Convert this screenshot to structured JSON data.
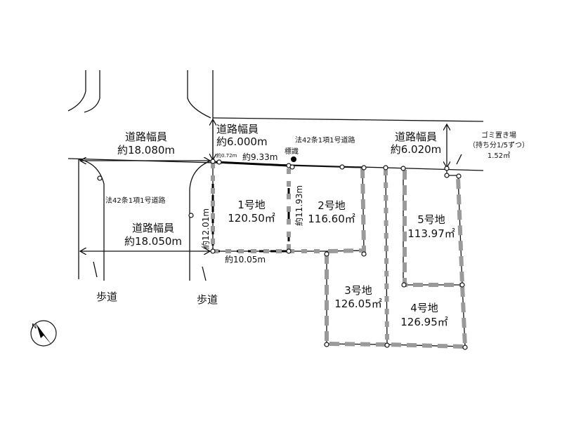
{
  "roads": {
    "left_top": {
      "label": "道路幅員",
      "width": "約18.080m"
    },
    "left_bottom": {
      "label": "道路幅員",
      "width": "約18.050m"
    },
    "top_center": {
      "label": "道路幅員",
      "width": "約6.000m"
    },
    "top_right": {
      "label": "道路幅員",
      "width": "約6.020m"
    },
    "legal_road_left": "法42条1項1号道路",
    "legal_road_top": "法42条1項1号道路"
  },
  "sidewalks": [
    "歩道",
    "歩道"
  ],
  "sign_label": "標識",
  "dimensions": {
    "corner": "約0.72m",
    "lot1_top": "約9.33m",
    "lot1_left": "約12.01m",
    "lot1_right": "約11.93m",
    "lot1_bottom": "約10.05m"
  },
  "lots": [
    {
      "name": "1号地",
      "area": "120.50㎡"
    },
    {
      "name": "2号地",
      "area": "116.60㎡"
    },
    {
      "name": "3号地",
      "area": "126.05㎡"
    },
    {
      "name": "4号地",
      "area": "126.95㎡"
    },
    {
      "name": "5号地",
      "area": "113.97㎡"
    }
  ],
  "garbage": {
    "title": "ゴミ置き場",
    "share": "（持ち分1/5ずつ）",
    "area": "1.52㎡"
  },
  "compass": "N"
}
